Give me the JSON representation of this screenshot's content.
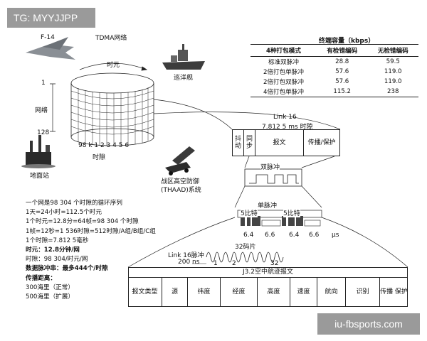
{
  "watermarks": {
    "top": "TG: MYYJJPP",
    "bottom": "iu-fbsports.com"
  },
  "diagram": {
    "labels": {
      "aircraft": "F-14",
      "tdma_net": "TDMA网络",
      "epoch": "时元",
      "cruiser": "巡洋舰",
      "net": "网络",
      "net_top": "1",
      "net_bottom": "128",
      "slot_ticks": "98 k  1 2 3 4 5 6",
      "slot": "时隙",
      "ground_station": "地面站",
      "thaad": "战区高空防御",
      "thaad_sub": "(THAAD)系统",
      "link16_title": "Link 16",
      "link16_sub": "7.812 5 ms 时隙",
      "double_pulse": "双脉冲",
      "single_pulse": "单脉冲",
      "bits5_a": "5比特",
      "bits5_b": "5比特",
      "t1": "6.4",
      "t2": "6.6",
      "t3": "6.4",
      "t4": "6.6",
      "us": "μs",
      "chips": "32码片",
      "link16_pulse": "Link 16脉冲",
      "ns200": "200 ns",
      "p1": "1",
      "p2": "2",
      "p32": "32"
    },
    "slot_fields": [
      "抖动",
      "同步",
      "报文",
      "传播/保护"
    ],
    "frame_title": "J3.2空中航迹报文",
    "frame_fields": [
      "报文类型",
      "源",
      "纬度",
      "经度",
      "高度",
      "速度",
      "航向",
      "识别",
      "传播 保护"
    ]
  },
  "capacity": {
    "title": "终端容量（kbps）",
    "headers": [
      "4种打包模式",
      "有检错编码",
      "无检错编码"
    ],
    "rows": [
      [
        "标准双脉冲",
        "28.8",
        "59.5"
      ],
      [
        "2倍打包单脉冲",
        "57.6",
        "119.0"
      ],
      [
        "2倍打包双脉冲",
        "57.6",
        "119.0"
      ],
      [
        "4倍打包单脉冲",
        "115.2",
        "238"
      ]
    ]
  },
  "notes": [
    "一个网是98 304 个时隙的循环序列",
    "1天=24小时=112.5个时元",
    "1个时元=12.8分=64帧=98 304 个时隙",
    "1帧=12秒=1 536时隙=512时隙/A组/B组/C组",
    "1个时隙=7.812 5毫秒",
    "时元：12.8分钟/网",
    "时隙：98 304/时元/网",
    "数据脉冲串：最多444个/时隙",
    "传播距离：",
    "300海里（正常）",
    "500海里（扩展）"
  ],
  "colors": {
    "line": "#222222",
    "watermark": "#9a9a9a",
    "bar_dark": "#333333"
  }
}
